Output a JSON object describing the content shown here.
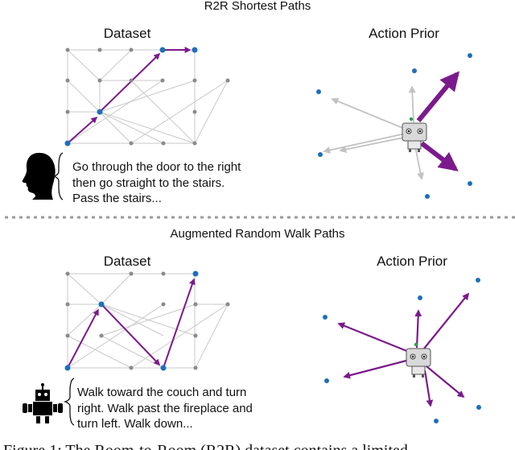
{
  "top": {
    "section_title": "R2R Shortest Paths",
    "dataset_label": "Dataset",
    "prior_label": "Action Prior",
    "instruction_lines": [
      "Go through the door to the right",
      "then go straight to the stairs.",
      "Pass the stairs..."
    ]
  },
  "bottom": {
    "section_title": "Augmented Random Walk Paths",
    "dataset_label": "Dataset",
    "prior_label": "Action Prior",
    "instruction_lines": [
      "Walk toward the couch and turn",
      "right. Walk past the fireplace and",
      "turn left. Walk down..."
    ]
  },
  "caption": "Figure 1: The Room-to-Room (R2R) dataset contains a limited",
  "colors": {
    "path": "#7b1a8c",
    "node_active": "#1f6fb8",
    "node": "#8a8a8a",
    "edge": "#c8c8c8",
    "prior_weak": "#c2c2c2"
  }
}
